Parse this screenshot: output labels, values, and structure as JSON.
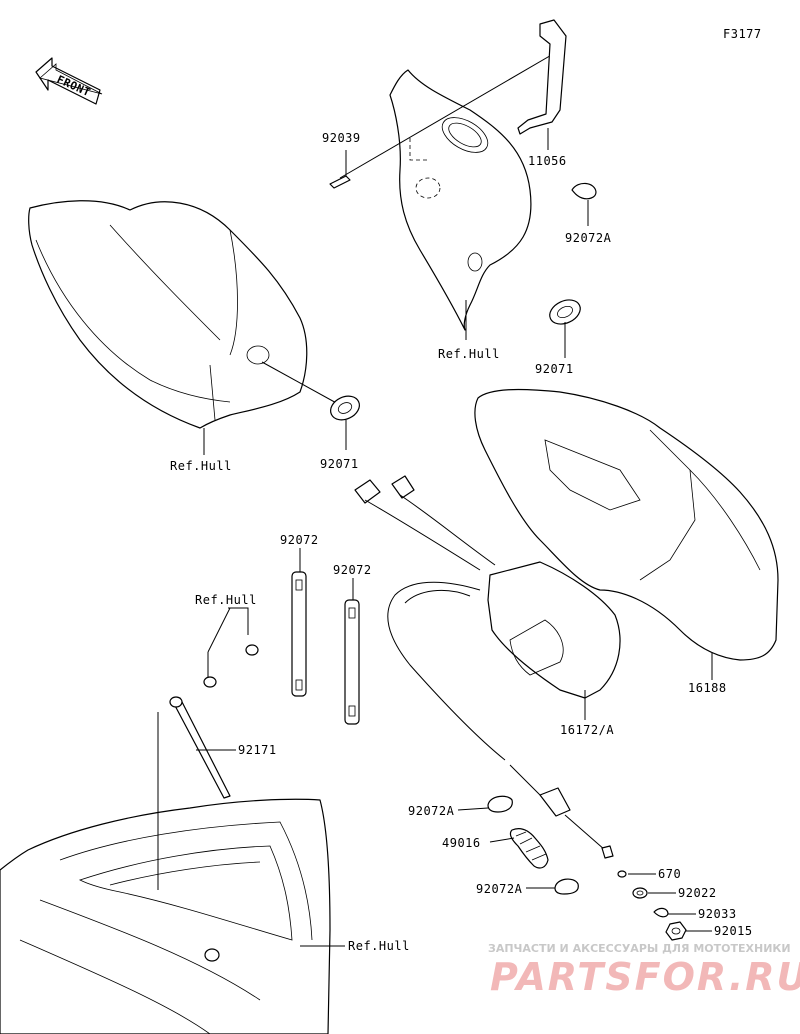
{
  "figure_code": "F3177",
  "front_label": "FRONT",
  "parts": {
    "p11056": "11056",
    "p92039": "92039",
    "p92072A_top": "92072A",
    "p_refhull_top": "Ref.Hull",
    "p92071_top": "92071",
    "p_refhull_left": "Ref.Hull",
    "p92071_left": "92071",
    "p92072_a": "92072",
    "p92072_b": "92072",
    "p_refhull_mid": "Ref.Hull",
    "p92171": "92171",
    "p16188": "16188",
    "p16172A": "16172/A",
    "p92072A_mid": "92072A",
    "p49016": "49016",
    "p670": "670",
    "p92022": "92022",
    "p92072A_low": "92072A",
    "p92033": "92033",
    "p92015": "92015",
    "p_refhull_bottom": "Ref.Hull"
  },
  "watermark": {
    "caption": "ЗАПЧАСТИ И АКСЕССУАРЫ ДЛЯ МОТОТЕХНИКИ",
    "brand": "PARTSFOR.RU"
  }
}
